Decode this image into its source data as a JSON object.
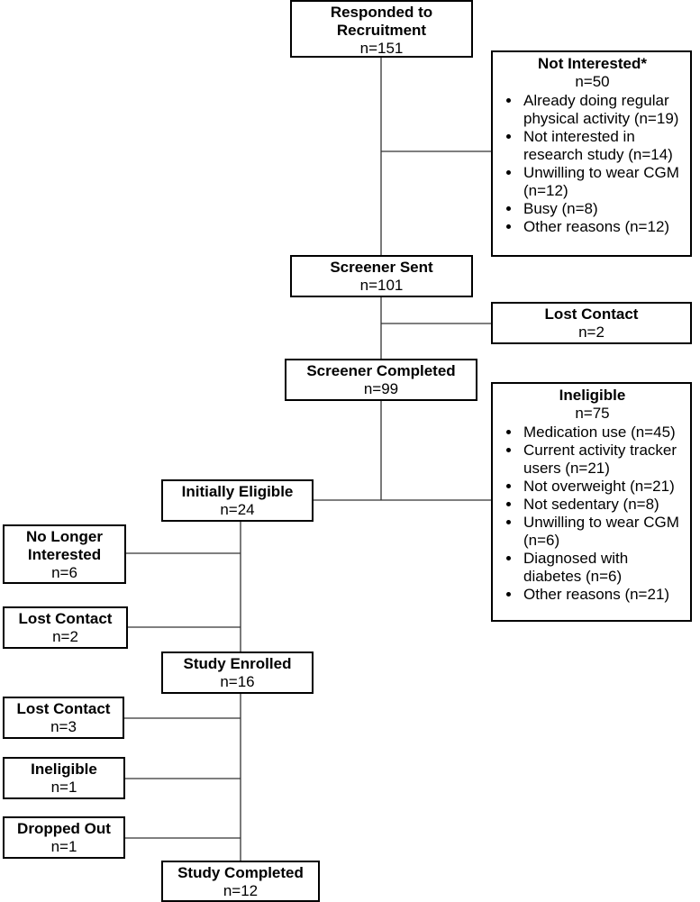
{
  "responded": {
    "title": "Responded to Recruitment",
    "n": "n=151"
  },
  "not_interested": {
    "title": "Not Interested*",
    "n": "n=50",
    "items": [
      "Already doing regular physical activity (n=19)",
      "Not interested in research study (n=14)",
      "Unwilling to wear CGM (n=12)",
      "Busy (n=8)",
      "Other reasons (n=12)"
    ]
  },
  "screener_sent": {
    "title": "Screener Sent",
    "n": "n=101"
  },
  "lost_contact_1": {
    "title": "Lost Contact",
    "n": "n=2"
  },
  "screener_completed": {
    "title": "Screener Completed",
    "n": "n=99"
  },
  "ineligible_main": {
    "title": "Ineligible",
    "n": "n=75",
    "items": [
      "Medication use (n=45)",
      "Current activity tracker users (n=21)",
      "Not overweight (n=21)",
      "Not sedentary (n=8)",
      "Unwilling to wear CGM (n=6)",
      "Diagnosed with diabetes (n=6)",
      "Other reasons (n=21)"
    ]
  },
  "initially_eligible": {
    "title": "Initially Eligible",
    "n": "n=24"
  },
  "no_longer_interested": {
    "title": "No Longer Interested",
    "n": "n=6"
  },
  "lost_contact_2": {
    "title": "Lost Contact",
    "n": "n=2"
  },
  "study_enrolled": {
    "title": "Study Enrolled",
    "n": "n=16"
  },
  "lost_contact_3": {
    "title": "Lost Contact",
    "n": "n=3"
  },
  "ineligible_2": {
    "title": "Ineligible",
    "n": "n=1"
  },
  "dropped_out": {
    "title": "Dropped Out",
    "n": "n=1"
  },
  "study_completed": {
    "title": "Study Completed",
    "n": "n=12"
  }
}
